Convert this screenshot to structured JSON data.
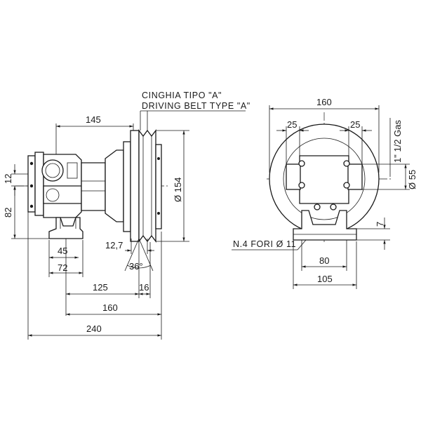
{
  "notes": {
    "belt_it": "CINGHIA TIPO \"A\"",
    "belt_en": "DRIVING BELT TYPE \"A\"",
    "holes": "N.4 FORI Ø 11",
    "thread": "1\" 1/2 Gas"
  },
  "dims": {
    "d145": "145",
    "d12": "12",
    "d82": "82",
    "d154": "Ø 154",
    "d127": "12,7",
    "d36": "36°",
    "d45": "45",
    "d72": "72",
    "d125": "125",
    "d16": "16",
    "d160": "160",
    "d240": "240",
    "f160": "160",
    "f25a": "25",
    "f25b": "25",
    "f55": "Ø 55",
    "f7": "7",
    "f80": "80",
    "f105": "105"
  }
}
